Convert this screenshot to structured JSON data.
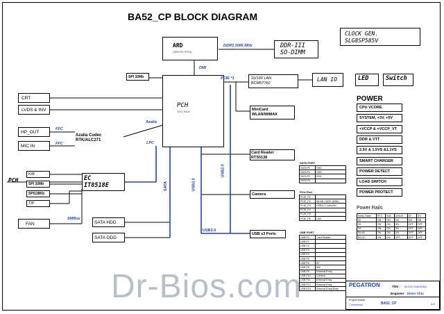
{
  "title": "BA52_CP BLOCK DIAGRAM",
  "clock": {
    "line1": "CLOCK GEN.",
    "line2": "SLG8SP585V"
  },
  "ard": {
    "name": "ARD",
    "sub": "(989-Pin rPGA)"
  },
  "ddr_bus": "DDR3 1066 MHz",
  "ddr": {
    "line1": "DDR-III",
    "line2": "SO-DIMM"
  },
  "dmi": "DMI",
  "pch": {
    "name": "PCH",
    "sub": "1571 BGA"
  },
  "spi": "SPI 32Mb",
  "crt": "CRT",
  "lvds": "LVDS & INV",
  "pcie1": "PCIE *1",
  "lan": {
    "line1": "10/100 LAN",
    "line2": "BCM57760"
  },
  "lanio": "LAN IO",
  "led": "LED",
  "switch": "Switch",
  "minicard": {
    "line1": "MiniCard",
    "line2": "WLAN/WIMAX"
  },
  "hpout": "HP_OUT",
  "micin": "MIC IN",
  "ffc": "FFC",
  "azalia_bus": "Azalia",
  "codec": {
    "line1": "Azalia Codec",
    "line2": "RTK/ALC271"
  },
  "lpc": "LPC",
  "pch_side": "PCH",
  "kb": "K/B",
  "spi32": "SPI 32Mb",
  "spi128": "SPI128Kb",
  "tp": "T/P",
  "ec": {
    "line1": "EC",
    "line2": "IT8518E"
  },
  "fan": "FAN",
  "smbus": "SMBus",
  "sata_hdd": "SATA HDD",
  "sata_odd": "SATA ODD",
  "sata_bus": "SATA",
  "usb20_bus": "USB2.0",
  "usb30_bus": "USB3.0",
  "card_reader": {
    "line1": "Card Reader",
    "line2": "RTS5138"
  },
  "camera": "Camera",
  "usb_ports": "USB x3 Ports",
  "power_title": "POWER",
  "power_items": [
    "CPU VCORE",
    "SYSTEM, +3V, +5V",
    "+VCCP & +VCCP_VT",
    "DDR & VTT",
    "2.5V & 1.5VS &1.1VS",
    "SMART CHARGER",
    "POWER DETECT",
    "LOAD SWITCH",
    "POWER PROTECT"
  ],
  "power_rails_title": "Power Rails",
  "power_rails": {
    "header": [
      "Sleep State",
      "RTC",
      "5VA",
      "3VSUS",
      "5V",
      "VS"
    ],
    "rows": [
      [
        "S0",
        "ON",
        "ON",
        "ON",
        "ON",
        "ON"
      ],
      [
        "S3",
        "ON",
        "ON",
        "ON",
        "OFF",
        "OFF"
      ],
      [
        "S4",
        "ON",
        "ON",
        "ON",
        "OFF",
        "OFF"
      ],
      [
        "S5 AC",
        "ON",
        "ON",
        "ON",
        "OFF",
        "OFF"
      ],
      [
        "S5 DC",
        "ON",
        "ON",
        "OFF",
        "OFF",
        "OFF"
      ]
    ]
  },
  "sata_port_title": "SATA PORT",
  "sata_ports": [
    [
      "SATA P0",
      "HDD"
    ],
    [
      "SATA P1",
      "ODD"
    ],
    [
      "SATA P2",
      "SSD"
    ],
    [
      "SATA P3",
      ""
    ]
  ],
  "pcie_port_title": "PCIe Port",
  "pcie_ports": [
    [
      "PCIE_P1",
      ""
    ],
    [
      "PCIE_P2",
      "WLAN CARD (MINI)"
    ],
    [
      "PCIE_P3",
      "USB3.0 Controller"
    ],
    [
      "PCIE_P4",
      ""
    ],
    [
      "PCIE_P5",
      ""
    ],
    [
      "PCIE_P6",
      "LAN"
    ]
  ],
  "usb_port_title": "USB PORT",
  "usb_ports_list": [
    [
      "USB P0",
      "Card Reader"
    ],
    [
      "USB P1",
      ""
    ],
    [
      "USB P2",
      ""
    ],
    [
      "USB P3",
      ""
    ],
    [
      "USB P4",
      ""
    ],
    [
      "USB P5",
      ""
    ],
    [
      "USB P6",
      "BT"
    ],
    [
      "USB P8",
      "Wifi"
    ],
    [
      "USB P9",
      "External Entry"
    ],
    [
      "USB P10",
      "Camera"
    ],
    [
      "USB P11",
      "External Entry"
    ],
    [
      "USB P12",
      "External Entry"
    ],
    [
      "USB P13",
      "External Entry/Entry"
    ]
  ],
  "company": "PEGATRON",
  "title_block": {
    "title_label": "Title :",
    "title_value": "BLOCK DIAGRAM",
    "engineer_label": "Engineer:",
    "engineer_value": "Elmer Chiu",
    "model": "BA52_CP",
    "rev": "1.0",
    "doc_label": "Project Name",
    "doc_value": "Confidential"
  },
  "watermark": "Dr-Bios.com",
  "colors": {
    "accent": "#1c3fc4",
    "watermark": "#b7bfcc",
    "line": "#000000"
  }
}
